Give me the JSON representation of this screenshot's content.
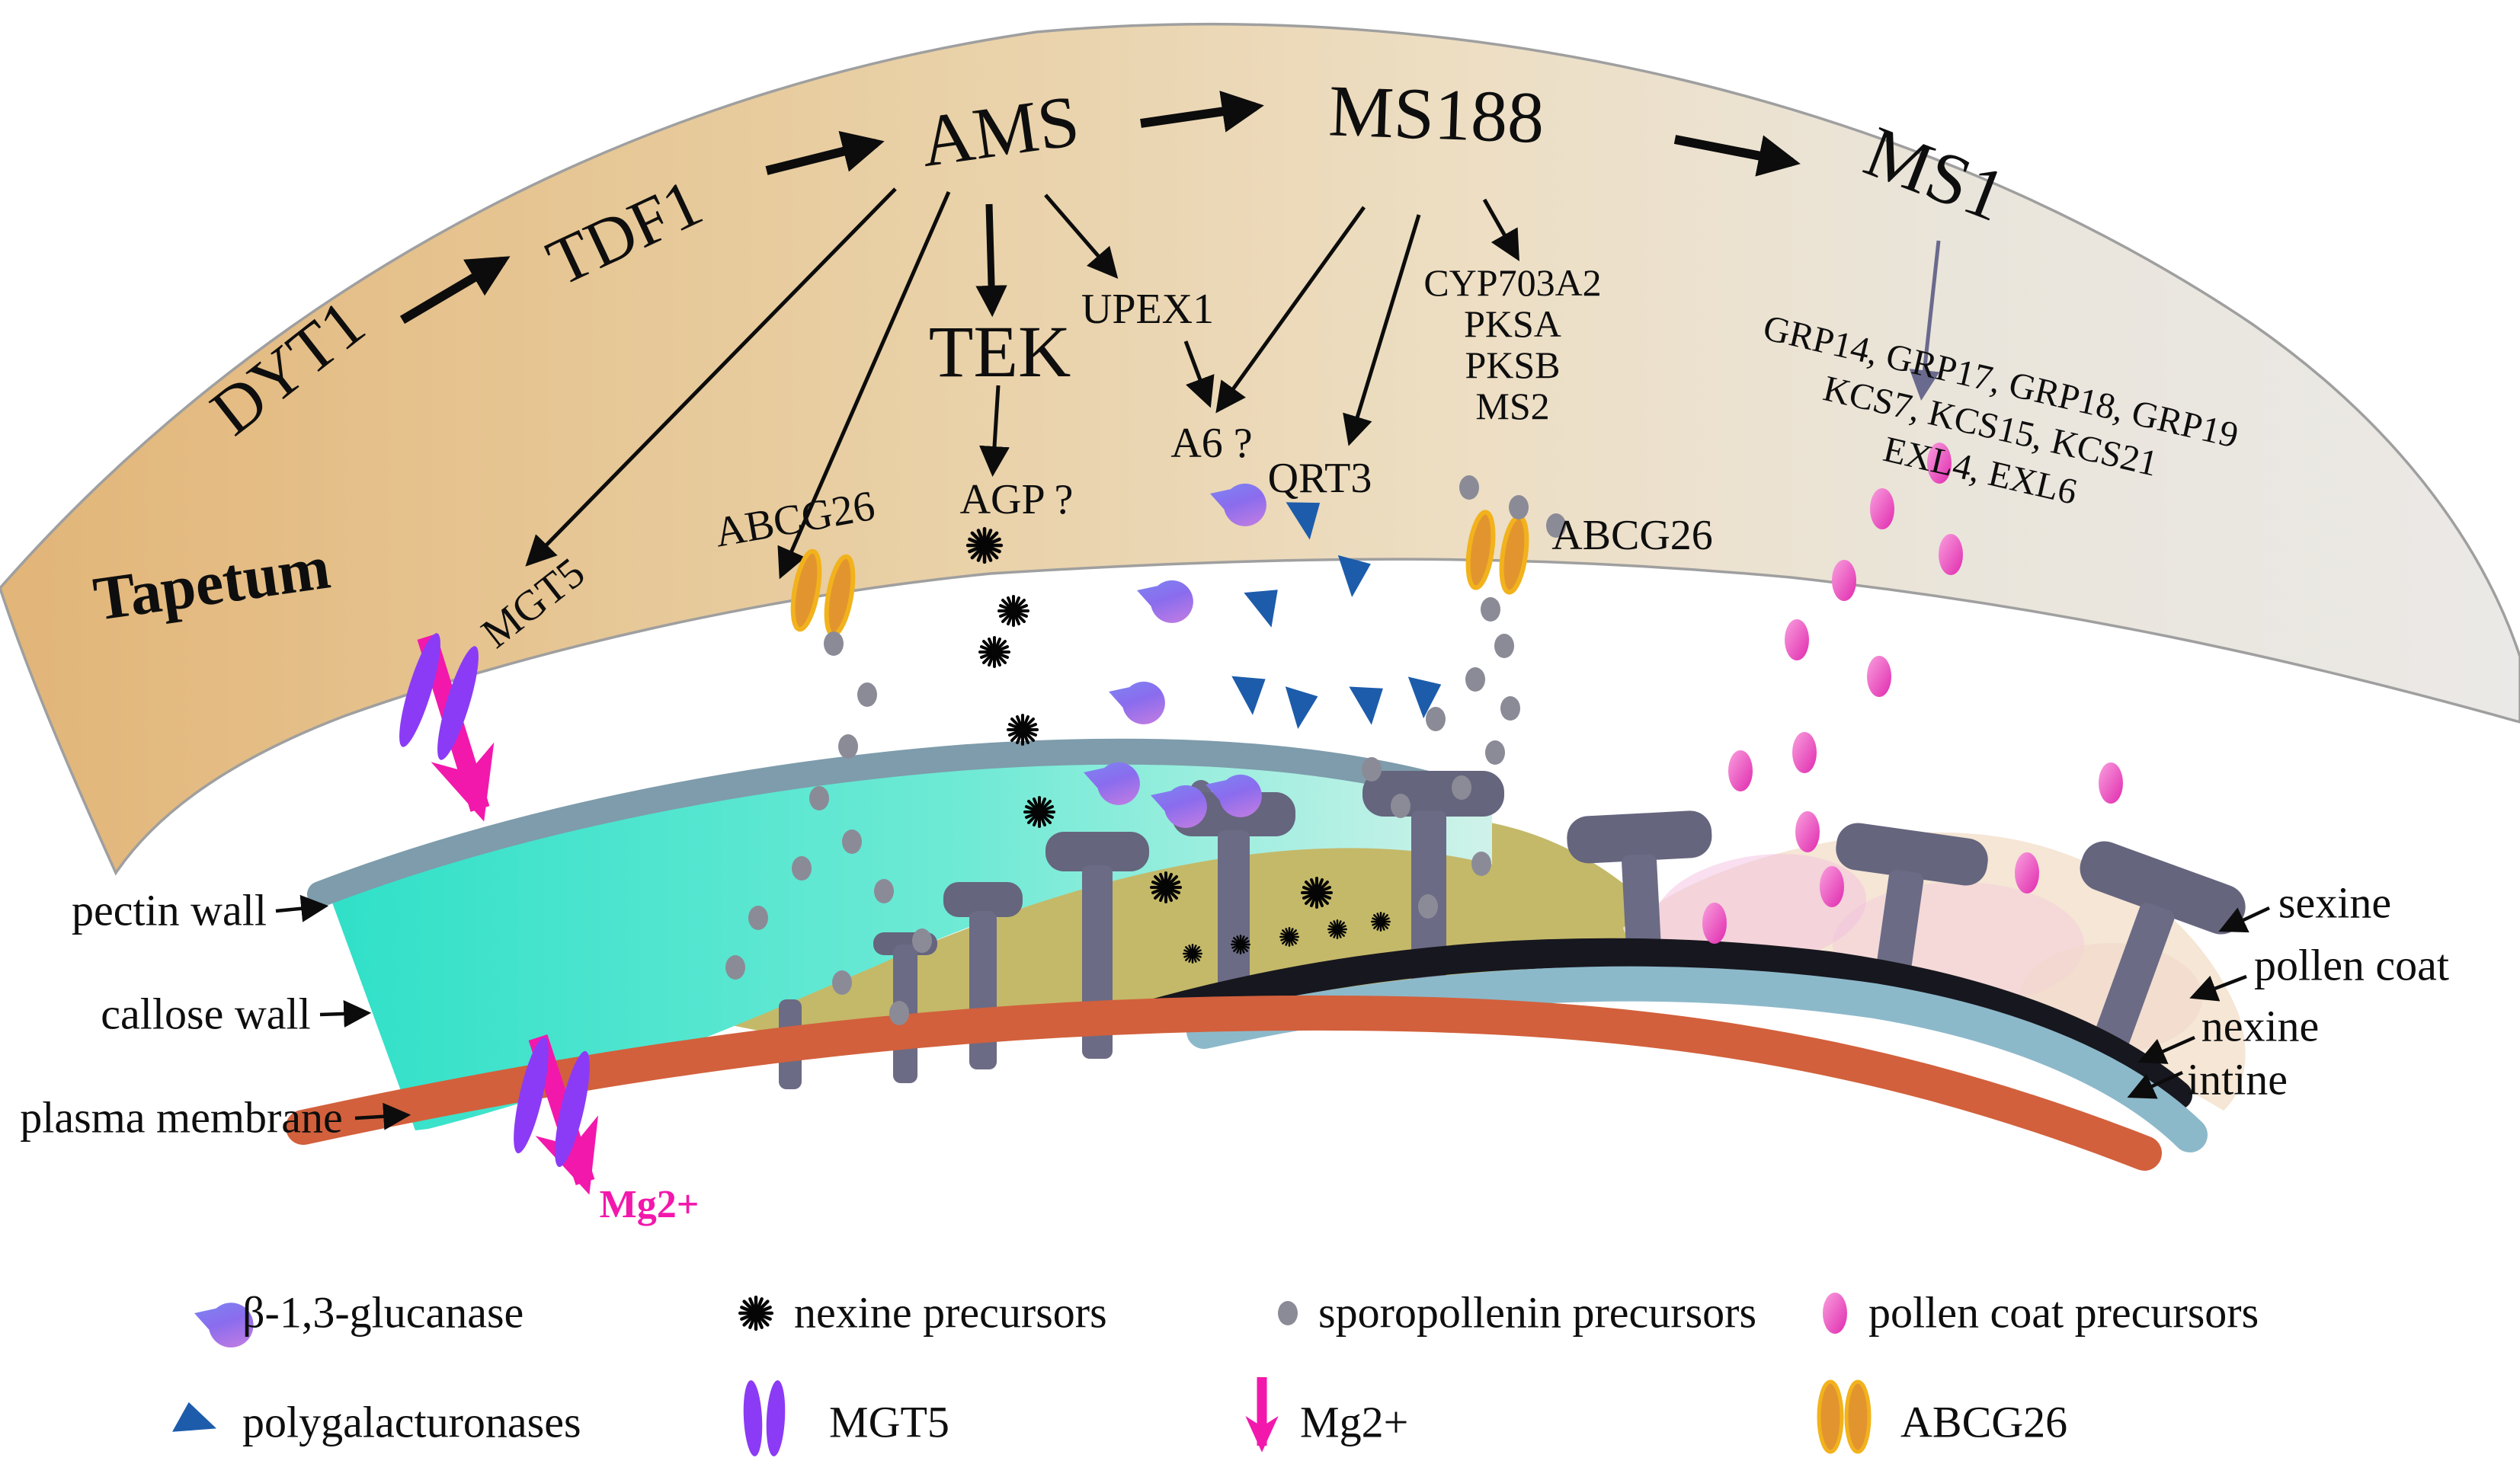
{
  "tapetum_label": "Tapetum",
  "pathway": {
    "dyt1": "DYT1",
    "tdf1": "TDF1",
    "ams": "AMS",
    "ms188": "MS188",
    "ms1": "MS1",
    "tek": "TEK",
    "upex1": "UPEX1",
    "a6": "A6 ?",
    "qrt3": "QRT3",
    "agp": "AGP ?",
    "mgt5": "MGT5",
    "abcg26": "ABCG26",
    "cyp_group": [
      "CYP703A2",
      "PKSA",
      "PKSB",
      "MS2"
    ],
    "ms1_targets": [
      "GRP14, GRP17, GRP18, GRP19",
      "KCS7, KCS15, KCS21",
      "EXL4,  EXL6"
    ]
  },
  "membrane_labels": {
    "pectin": "pectin wall",
    "callose": "callose wall",
    "plasma": "plasma membrane",
    "sexine": "sexine",
    "pollen_coat": "pollen coat",
    "nexine": "nexine",
    "intine": "intine"
  },
  "ion_label": "Mg2+",
  "legend": {
    "items": [
      {
        "icon": "beta-glucanase-icon",
        "label": "β-1,3-glucanase"
      },
      {
        "icon": "nexine-precursor-icon",
        "label": "nexine precursors"
      },
      {
        "icon": "sporopollenin-precursor-icon",
        "label": "sporopollenin precursors"
      },
      {
        "icon": "pollen-coat-precursor-icon",
        "label": "pollen coat precursors"
      },
      {
        "icon": "polygalacturonase-icon",
        "label": "polygalacturonases"
      },
      {
        "icon": "mgt5-transporter-icon",
        "label": "MGT5"
      },
      {
        "icon": "mg2-arrow-icon",
        "label": "Mg2+"
      },
      {
        "icon": "abcg26-transporter-icon",
        "label": "ABCG26"
      }
    ]
  },
  "colors": {
    "band_left": "#e3b97d",
    "band_right": "#ebe9e7",
    "callose_wall": "#38e2ca",
    "pectin_wall": "#7e9cab",
    "exine_matrix": "#c4b969",
    "plasma_membrane": "#d2603c",
    "nexine": "#17171f",
    "intine": "#8cb9ca",
    "pollen_coat": "#f5e6d5",
    "bacula_column": "#6b6b85",
    "sporopollenin_dot": "#8b8b97",
    "polygalacturonase_blue": "#1c5cab",
    "pollen_coat_pink": "#e84bbc",
    "abcg26_orange": "#e2952f",
    "mgt5_purple": "#8b3bf5",
    "mg2_magenta": "#f318ac",
    "glucanase_purple": "#7b68ee",
    "ms1_arrow_gray": "#6a6a8e"
  }
}
